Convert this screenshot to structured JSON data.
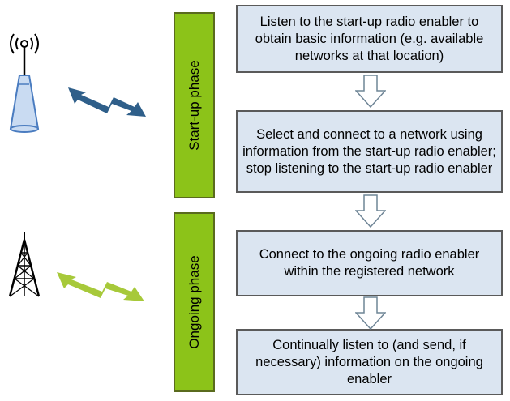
{
  "phases": {
    "startup": "Start-up phase",
    "ongoing": "Ongoing phase"
  },
  "steps": [
    "Listen to the start-up radio enabler to obtain basic information (e.g. available networks at that location)",
    "Select and connect to a network using information from the start-up radio enabler; stop listening to the start-up radio enabler",
    "Connect to the ongoing radio enabler within the registered network",
    "Continually listen to (and send, if necessary) information on the ongoing enabler"
  ],
  "icons": [
    "wireless-access-point-icon",
    "radio-tower-icon",
    "lightning-link-arrow-icon",
    "down-arrow-icon"
  ],
  "colors": {
    "phase_fill": "#8cc319",
    "step_fill": "#dbe5f1",
    "link_arrow_blue": "#2f5f8a",
    "link_arrow_green": "#a7c93a"
  }
}
